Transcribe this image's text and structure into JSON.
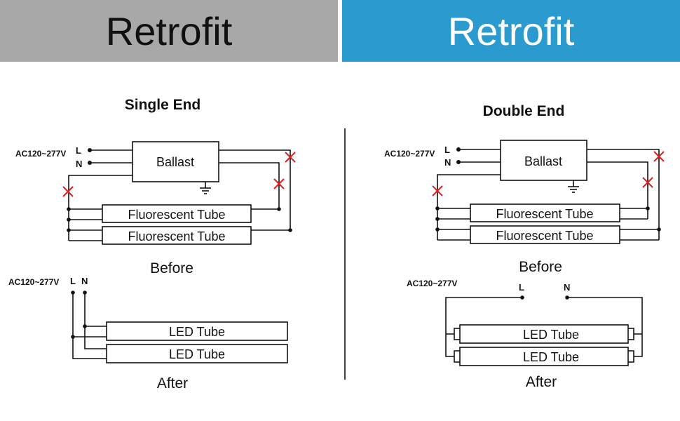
{
  "banners": {
    "left": "Retrofit",
    "right": "Retrofit"
  },
  "colors": {
    "left_banner": "#a8a8a8",
    "right_banner": "#2b9ace",
    "removed_wire_mark": "#e02020"
  },
  "left": {
    "title": "Single End",
    "supply": "AC120~277V",
    "line": "L",
    "neutral": "N",
    "ballast": "Ballast",
    "tube_before_1": "Fluorescent Tube",
    "tube_before_2": "Fluorescent Tube",
    "before": "Before",
    "supply_after": "AC120~277V",
    "line_after": "L",
    "neutral_after": "N",
    "tube_after_1": "LED Tube",
    "tube_after_2": "LED Tube",
    "after": "After"
  },
  "right": {
    "title": "Double End",
    "supply": "AC120~277V",
    "line": "L",
    "neutral": "N",
    "ballast": "Ballast",
    "tube_before_1": "Fluorescent Tube",
    "tube_before_2": "Fluorescent Tube",
    "before": "Before",
    "supply_after": "AC120~277V",
    "line_after": "L",
    "neutral_after": "N",
    "tube_after_1": "LED Tube",
    "tube_after_2": "LED Tube",
    "after": "After"
  }
}
